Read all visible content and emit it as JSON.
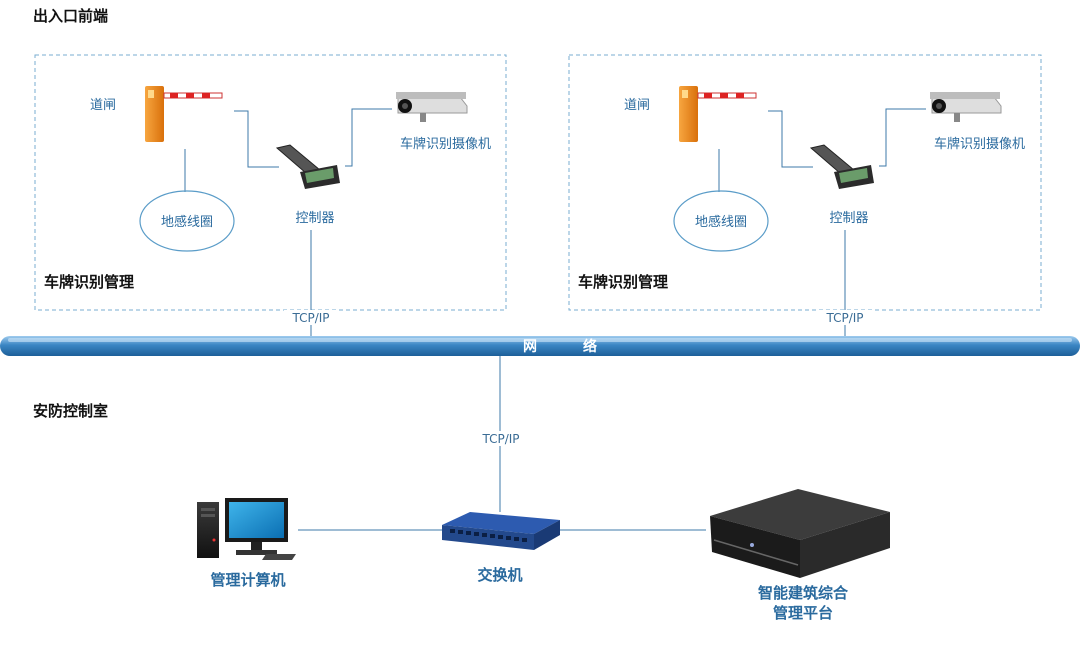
{
  "sections": {
    "entrance_title": "出入口前端",
    "control_room_title": "安防控制室"
  },
  "zones": [
    {
      "barrier_label": "道闸",
      "camera_label": "车牌识别摄像机",
      "controller_label": "控制器",
      "loop_label": "地感线圈",
      "zone_title": "车牌识别管理",
      "protocol_label": "TCP/IP"
    },
    {
      "barrier_label": "道闸",
      "camera_label": "车牌识别摄像机",
      "controller_label": "控制器",
      "loop_label": "地感线圈",
      "zone_title": "车牌识别管理",
      "protocol_label": "TCP/IP"
    }
  ],
  "network": {
    "label_left": "网",
    "label_right": "络",
    "switch_protocol_label": "TCP/IP"
  },
  "devices": {
    "computer_label": "管理计算机",
    "switch_label": "交换机",
    "platform_label_line1": "智能建筑综合",
    "platform_label_line2": "管理平台"
  },
  "colors": {
    "line": "#3d7aa8",
    "dashed_border": "#7aaed0",
    "network_bar": "#3b86c4",
    "label": "#2a6a9e"
  }
}
